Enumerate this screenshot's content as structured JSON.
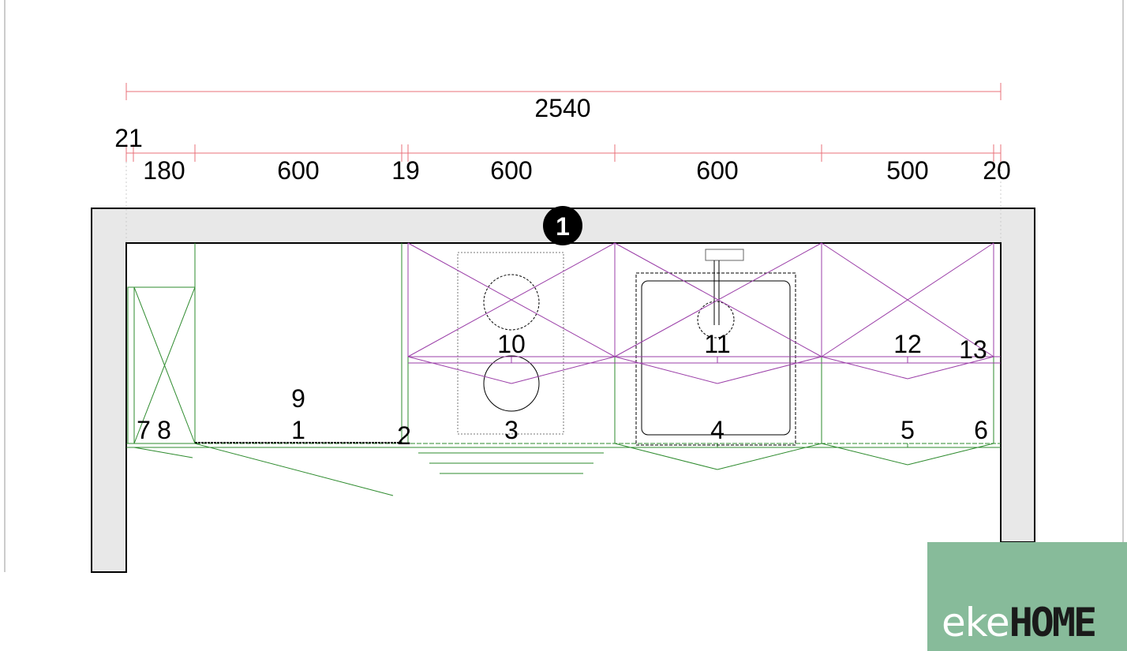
{
  "dimensions": {
    "total": "2540",
    "segments": [
      "21",
      "180",
      "600",
      "19",
      "600",
      "600",
      "500",
      "20"
    ]
  },
  "wall_marker": "1",
  "item_labels": [
    "1",
    "2",
    "3",
    "4",
    "5",
    "6",
    "7",
    "8",
    "9",
    "10",
    "11",
    "12",
    "13"
  ],
  "logo": {
    "text_light": "eke",
    "text_bold": "HOME"
  },
  "colors": {
    "dimension_line": "#e8707a",
    "base_cabinets": "#2e8b2e",
    "wall_cabinets": "#9b3fa8",
    "wall_fill": "#e8e8e8",
    "logo_bg": "#87bb9a"
  }
}
